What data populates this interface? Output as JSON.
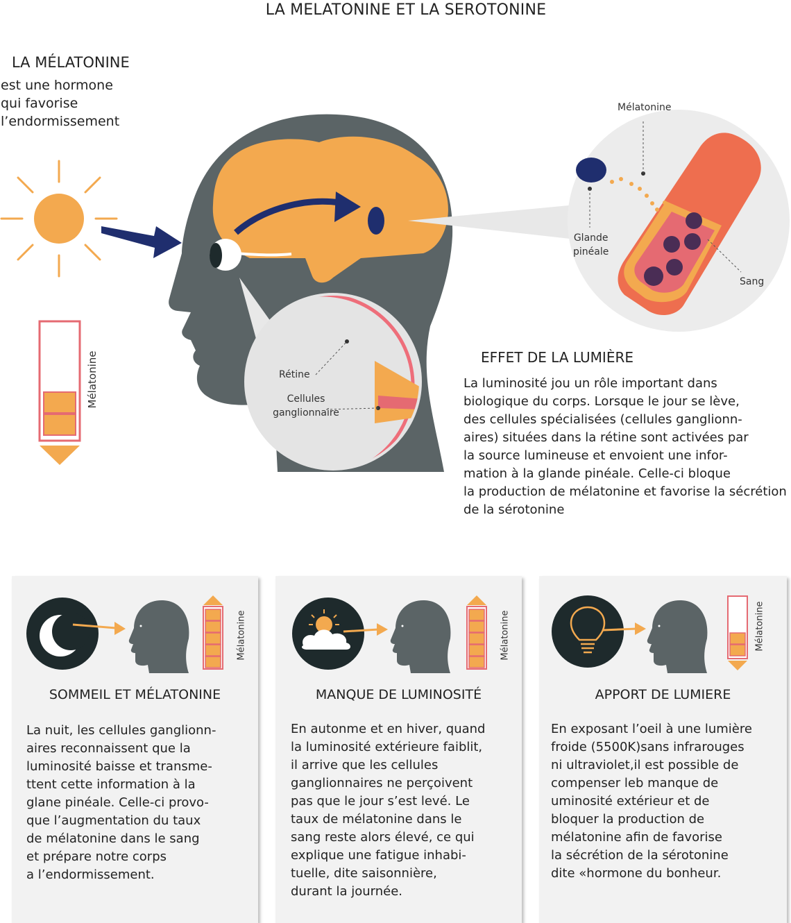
{
  "title": "LA MELATONINE ET LA SEROTONINE",
  "melatonine": {
    "heading": "LA MÉLATONINE",
    "desc_lines": [
      "est une hormone",
      "qui favorise",
      "l’endormissement"
    ],
    "gauge_label": "Mélatonine"
  },
  "labels": {
    "melatonine": "Mélatonine",
    "glande": "Glande",
    "pineale": "pinéale",
    "sang": "Sang",
    "retine": "Rétine",
    "cellules": "Cellules",
    "ganglionnaire": "ganglionnaire"
  },
  "effet": {
    "heading": "EFFET DE LA LUMIÈRE",
    "lines": [
      "La luminosité jou un rôle important dans",
      "biologique du corps. Lorsque le jour se lève,",
      "des cellules spécialisées (cellules ganglionn-",
      "aires) situées dans la rétine sont activées par",
      "la source lumineuse et envoient une infor-",
      "mation à la glande pinéale. Celle-ci bloque",
      "la production de mélatonine et favorise la sécrétion",
      "de la sérotonine"
    ]
  },
  "cards": [
    {
      "title": "SOMMEIL ET MÉLATONINE",
      "gauge_label": "Mélatonine",
      "lines": [
        "La nuit, les cellules ganglionn-",
        "aires reconnaissent que la",
        "luminosité baisse et transme-",
        "ttent cette information à la",
        "glane pinéale. Celle-ci provo-",
        "que l’augmentation du taux",
        "de mélatonine dans le sang",
        "et prépare notre corps",
        "a l’endormissement."
      ]
    },
    {
      "title": "MANQUE DE LUMINOSITÉ",
      "gauge_label": "Mélatonine",
      "lines": [
        "En autonme et en hiver, quand",
        "la luminosité extérieure faiblit,",
        "il arrive que les cellules",
        "ganglionnaires ne perçoivent",
        "pas que le jour s’est levé. Le",
        "taux de mélatonine dans le",
        "sang reste alors élevé, ce qui",
        "explique une fatigue inhabi-",
        "tuelle, dite saisonnière,",
        "durant la journée."
      ]
    },
    {
      "title": "APPORT DE LUMIERE",
      "gauge_label": "Mélatonine",
      "lines": [
        "En exposant l’oeil à une lumière",
        "froide (5500K)sans infrarouges",
        "ni ultraviolet,il est possible de",
        "compenser leb manque de",
        "uminosité extérieur et de",
        "bloquer la production de",
        "mélatonine afin de favorise",
        "la sécrétion de la sérotonine",
        "dite «hormone du bonheur."
      ]
    }
  ],
  "colors": {
    "orange": "#f3a94f",
    "head_gray": "#5b6466",
    "navy": "#1f2e6e",
    "vessel": "#ee6e4f",
    "gauge_red": "#e56a72",
    "dark_circle": "#1e2a2c"
  },
  "icons": [
    "sun-icon",
    "moon-icon",
    "sun-cloud-icon",
    "light-bulb-icon",
    "head-icon",
    "arrow-icon"
  ]
}
